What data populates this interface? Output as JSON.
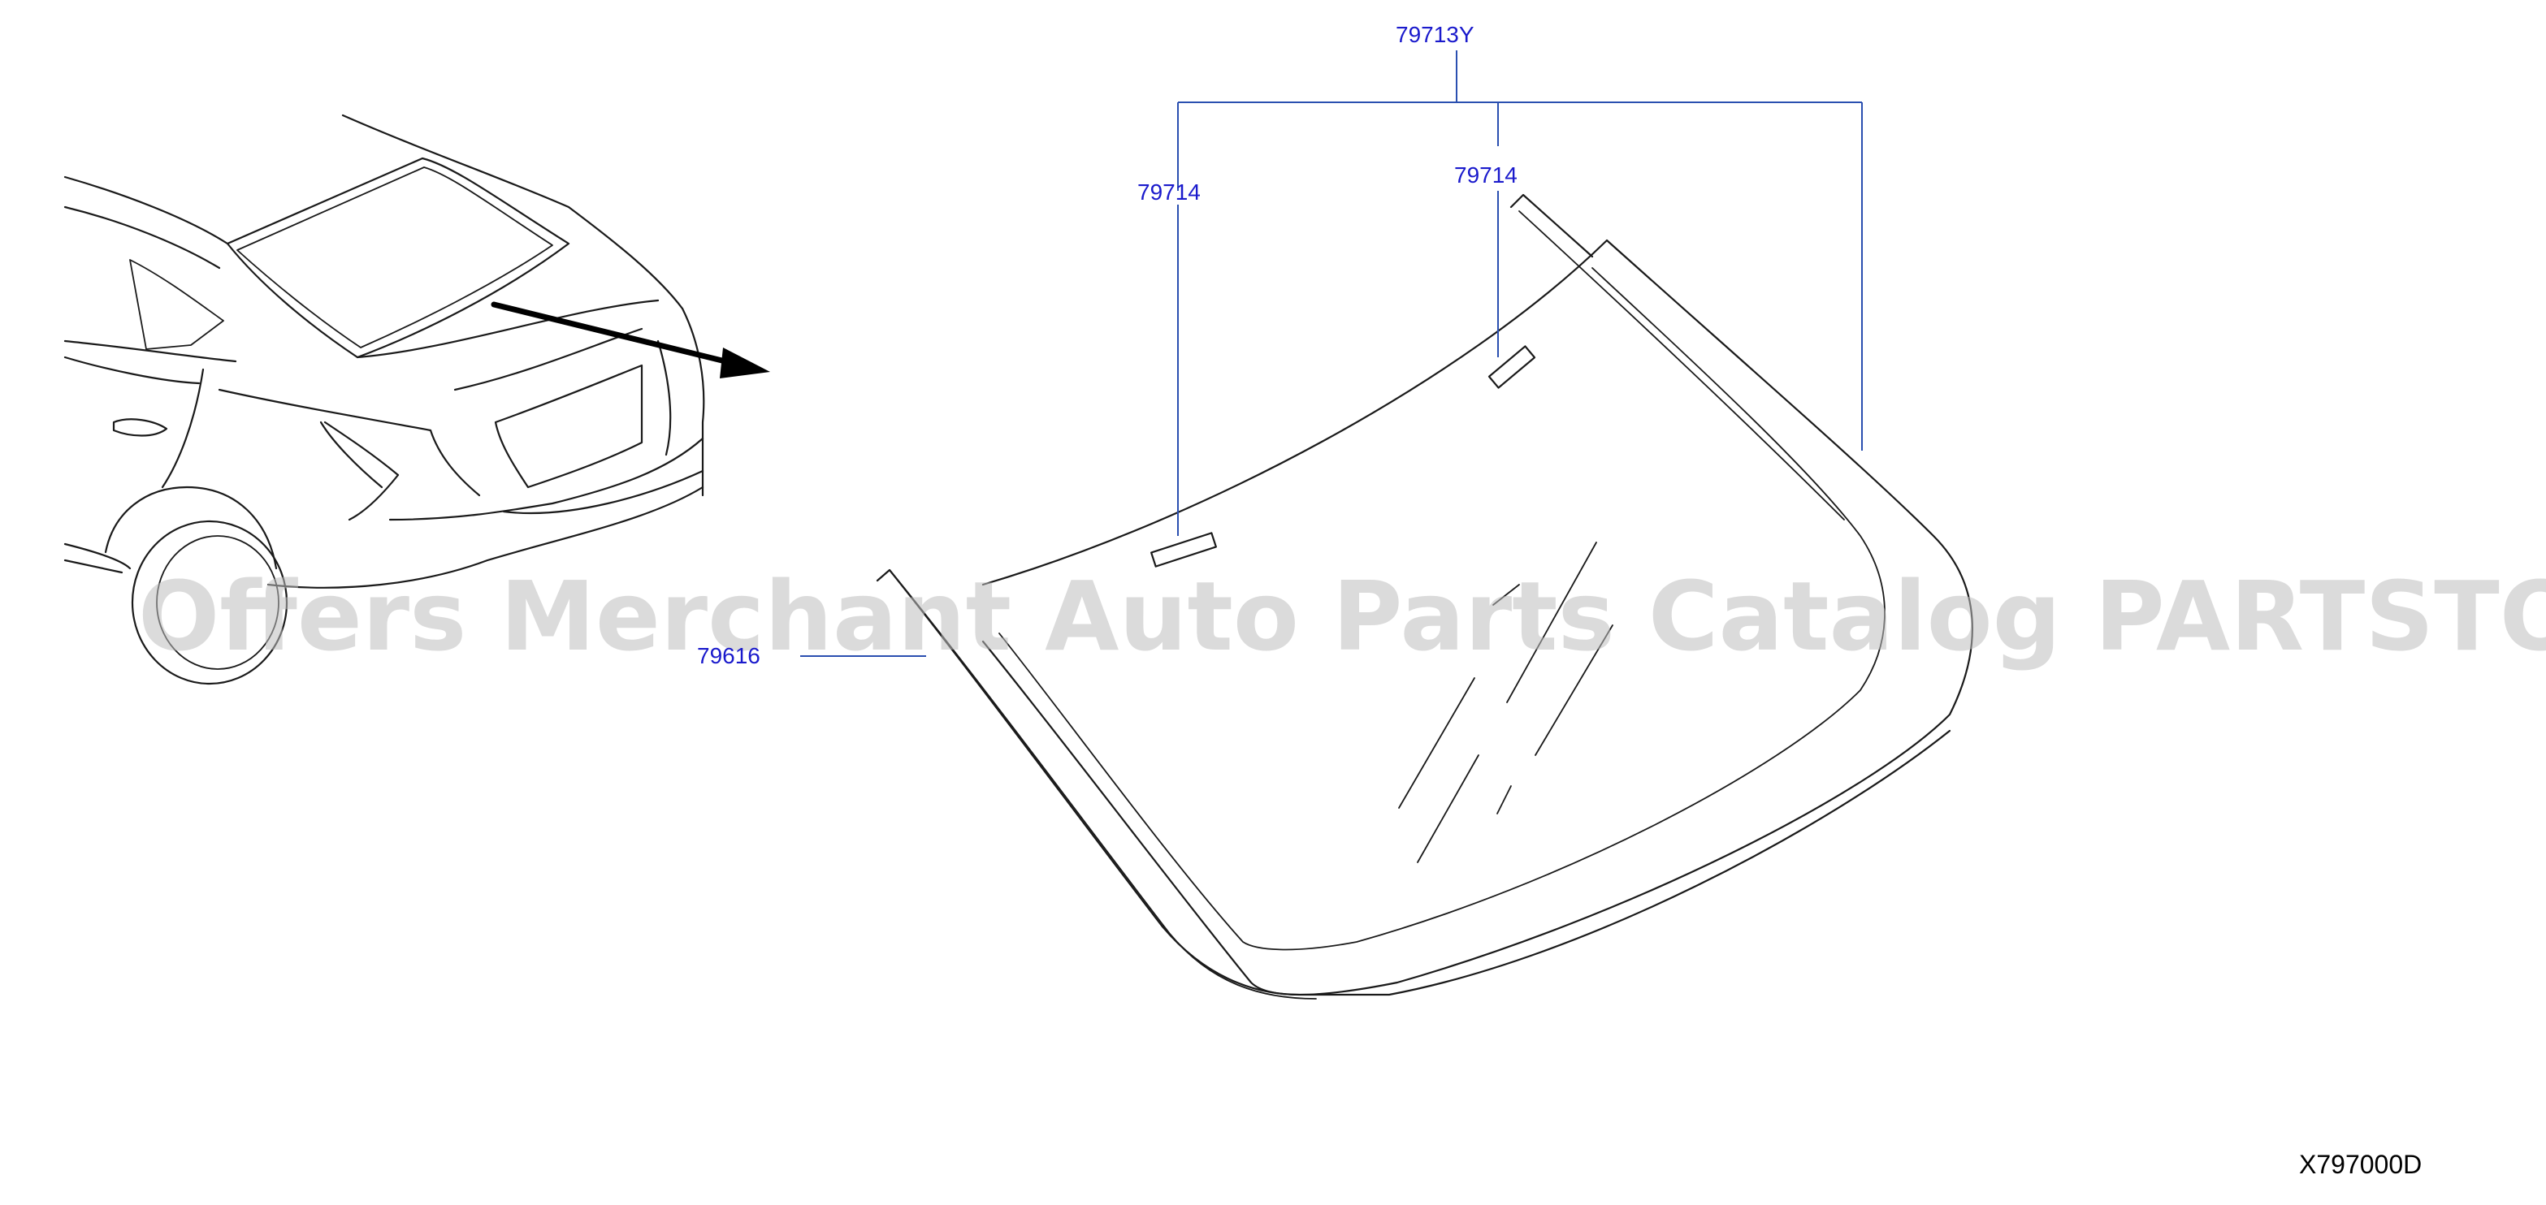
{
  "diagram": {
    "callouts": [
      {
        "id": "assembly",
        "label": "79713Y"
      },
      {
        "id": "clip-left",
        "label": "79714"
      },
      {
        "id": "clip-right",
        "label": "79714"
      },
      {
        "id": "molding",
        "label": "79616"
      }
    ],
    "drawing_code": "X797000D",
    "watermark": "Offers Merchant Auto Parts Catalog PARTSTORE.SA",
    "colors": {
      "callout": "#1a1acc",
      "leader": "#2a4fb0",
      "ink": "#1a1a1a",
      "watermark": "#bdbdbd",
      "background": "#ffffff"
    }
  }
}
